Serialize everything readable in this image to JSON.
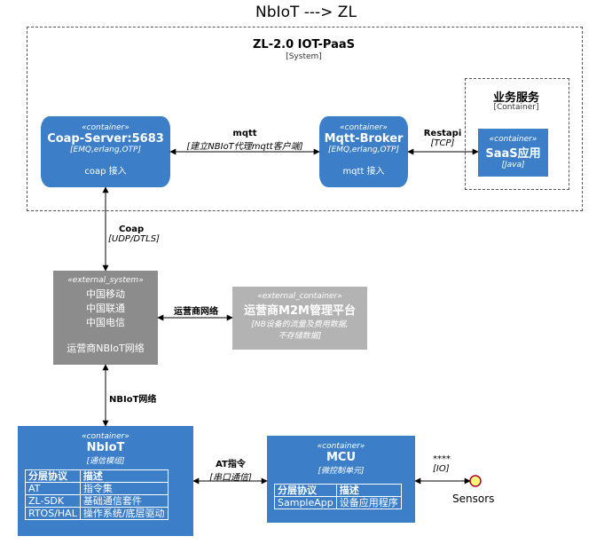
{
  "title": "NbIoT ---> ZL",
  "system": {
    "name": "ZL-2.0 IOT-PaaS",
    "type": "[System]"
  },
  "business": {
    "name": "业务服务",
    "type": "[Container]"
  },
  "coap_server": {
    "stereotype": "«container»",
    "name": "Coap-Server:5683",
    "tech": "[EMQ,erlang,OTP]",
    "desc": "coap 接入"
  },
  "mqtt_broker": {
    "stereotype": "«container»",
    "name": "Mqtt-Broker",
    "tech": "[EMQ,erlang,OTP]",
    "desc": "mqtt 接入"
  },
  "saas": {
    "stereotype": "«container»",
    "name": "SaaS应用",
    "tech": "[Java]"
  },
  "carrier": {
    "stereotype": "«external_system»",
    "lines": [
      "中国移动",
      "中国联通",
      "中国电信"
    ],
    "desc": "运营商NBIoT网络"
  },
  "m2m": {
    "stereotype": "«external_container»",
    "name": "运营商M2M管理平台",
    "tech1": "[NB设备的流量及费用数据,",
    "tech2": "不存储数据]"
  },
  "nbiot": {
    "stereotype": "«container»",
    "name": "NbIoT",
    "tech": "[通信模组]",
    "table": {
      "header": [
        "分层协议",
        "描述"
      ],
      "rows": [
        [
          "AT",
          "指令集"
        ],
        [
          "ZL-SDK",
          "基础通信套件"
        ],
        [
          "RTOS/HAL",
          "操作系统/底层驱动"
        ]
      ]
    }
  },
  "mcu": {
    "stereotype": "«container»",
    "name": "MCU",
    "tech": "[微控制单元]",
    "table": {
      "header": [
        "分层协议",
        "描述"
      ],
      "rows": [
        [
          "SampleApp",
          "设备应用程序"
        ]
      ]
    }
  },
  "sensors": {
    "name": "Sensors"
  },
  "relations": {
    "mqtt": {
      "label": "mqtt",
      "tech": "[建立NBIoT代理mqtt客户端]"
    },
    "restapi": {
      "label": "Restapi",
      "tech": "[TCP]"
    },
    "coap": {
      "label": "Coap",
      "tech": "[UDP/DTLS]"
    },
    "carrier_net": {
      "label": "运营商网络"
    },
    "nbiot_net": {
      "label": "NBIoT网络"
    },
    "at": {
      "label": "AT指令",
      "tech": "[串口通信]"
    },
    "io": {
      "label": "****",
      "tech": "[IO]"
    }
  },
  "colors": {
    "container": "#3c7fc8",
    "external_system": "#8c8c8c",
    "external_container": "#b3b3b3"
  }
}
